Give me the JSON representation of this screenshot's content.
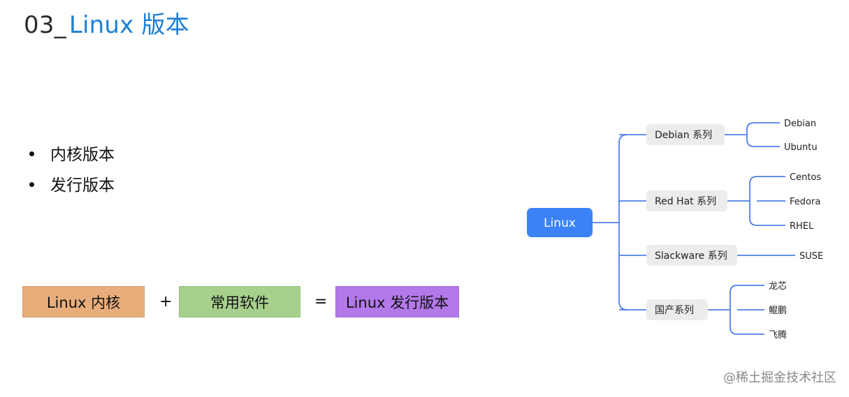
{
  "title": {
    "number": "03_",
    "text": "Linux 版本"
  },
  "bullets": [
    "内核版本",
    "发行版本"
  ],
  "equation": {
    "term1": "Linux 内核",
    "op1": "+",
    "term2": "常用软件",
    "op2": "=",
    "result": "Linux 发行版本",
    "colors": {
      "term1": "#e9ad7b",
      "term2": "#a8d08d",
      "result": "#b378ea"
    }
  },
  "diagram": {
    "root": "Linux",
    "root_color": "#3b82f6",
    "line_color": "#4f7fe6",
    "branches": [
      {
        "label": "Debian 系列",
        "children": [
          "Debian",
          "Ubuntu"
        ]
      },
      {
        "label": "Red Hat 系列",
        "children": [
          "Centos",
          "Fedora",
          "RHEL"
        ]
      },
      {
        "label": "Slackware 系列",
        "children": [
          "SUSE"
        ]
      },
      {
        "label": "国产系列",
        "children": [
          "龙芯",
          "鲲鹏",
          "飞腾"
        ]
      }
    ]
  },
  "watermark": "@稀土掘金技术社区"
}
